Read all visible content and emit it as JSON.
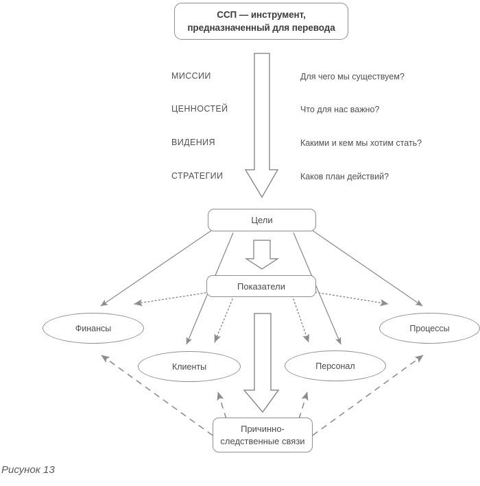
{
  "figure": {
    "caption": "Рисунок 13",
    "title": "ССП — инструмент, предназначенный для перевода",
    "title_line1": "ССП — инструмент,",
    "title_line2": "предназначенный для перевода"
  },
  "translation_rows": [
    {
      "label": "МИССИИ",
      "question": "Для чего мы существуем?"
    },
    {
      "label": "ЦЕННОСТЕЙ",
      "question": "Что для нас важно?"
    },
    {
      "label": "ВИДЕНИЯ",
      "question": "Какими и кем мы хотим стать?"
    },
    {
      "label": "СТРАТЕГИИ",
      "question": "Каков план действий?"
    }
  ],
  "nodes": {
    "goals": "Цели",
    "metrics": "Показатели",
    "causal_line1": "Причинно-",
    "causal_line2": "следственные связи",
    "perspectives": [
      {
        "id": "finance",
        "label": "Финансы"
      },
      {
        "id": "clients",
        "label": "Клиенты"
      },
      {
        "id": "staff",
        "label": "Персонал"
      },
      {
        "id": "process",
        "label": "Процессы"
      }
    ]
  },
  "colors": {
    "stroke": "#8d8d8d",
    "text": "#4f4f4f",
    "title_text": "#3b3b3b",
    "background": "#ffffff"
  }
}
